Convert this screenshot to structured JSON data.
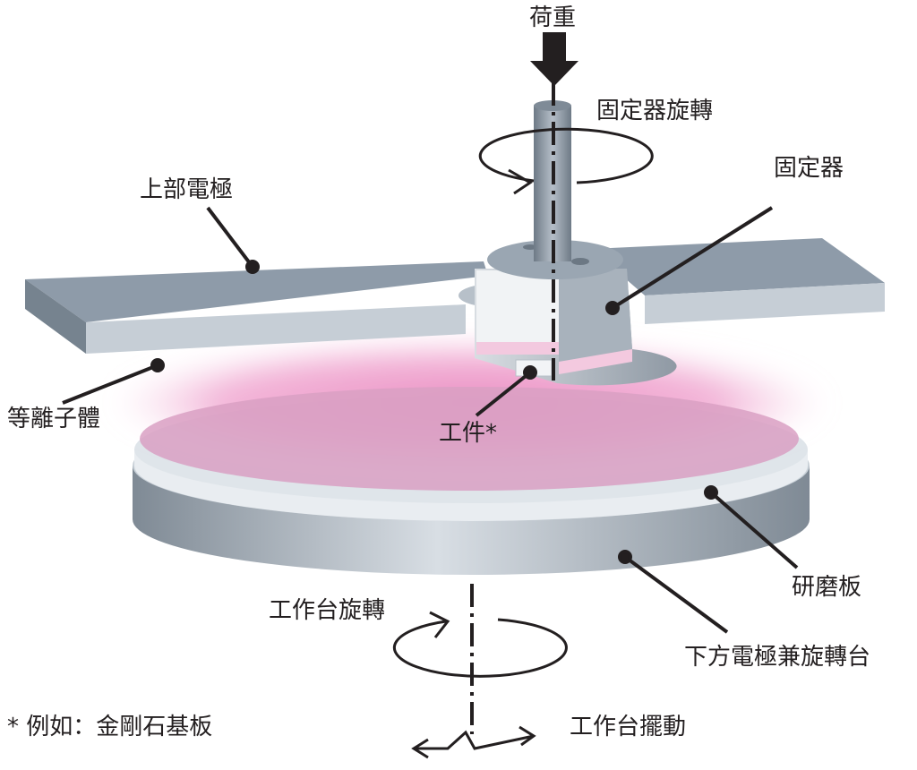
{
  "labels": {
    "load": "荷重",
    "holder_rotation": "固定器旋轉",
    "upper_electrode": "上部電極",
    "holder": "固定器",
    "plasma": "等離子體",
    "workpiece": "工件*",
    "polishing_plate": "研磨板",
    "table_rotation": "工作台旋轉",
    "lower_electrode": "下方電極兼旋轉台",
    "table_swing": "工作台擺動",
    "footnote": "* 例如：金剛石基板"
  },
  "colors": {
    "plasma": "#e98bc0",
    "electrode_top": "#8c9aa8",
    "electrode_side": "#c4ccd5",
    "plate_rim": "#9aa5b0",
    "leader": "#231f20"
  }
}
